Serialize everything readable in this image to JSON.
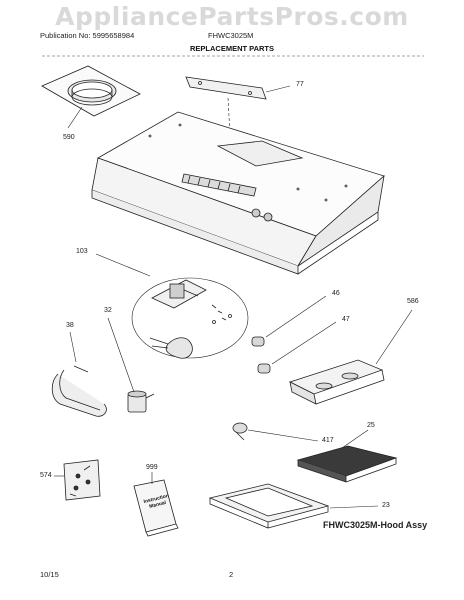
{
  "watermark": "AppliancePartsPros.com",
  "header": {
    "publication": "Publication No: 5995658984",
    "model": "FHWC3025M"
  },
  "title": "REPLACEMENT PARTS",
  "parts": {
    "p590": "590",
    "p77": "77",
    "p103": "103",
    "p46": "46",
    "p586": "586",
    "p47": "47",
    "p32": "32",
    "p38": "38",
    "p25": "25",
    "p417": "417",
    "p999": "999",
    "p574": "574",
    "p23": "23"
  },
  "manual_text": "Instruction Manual",
  "caption": "FHWC3025M-Hood Assy",
  "footer": {
    "date": "10/15",
    "page": "2"
  }
}
